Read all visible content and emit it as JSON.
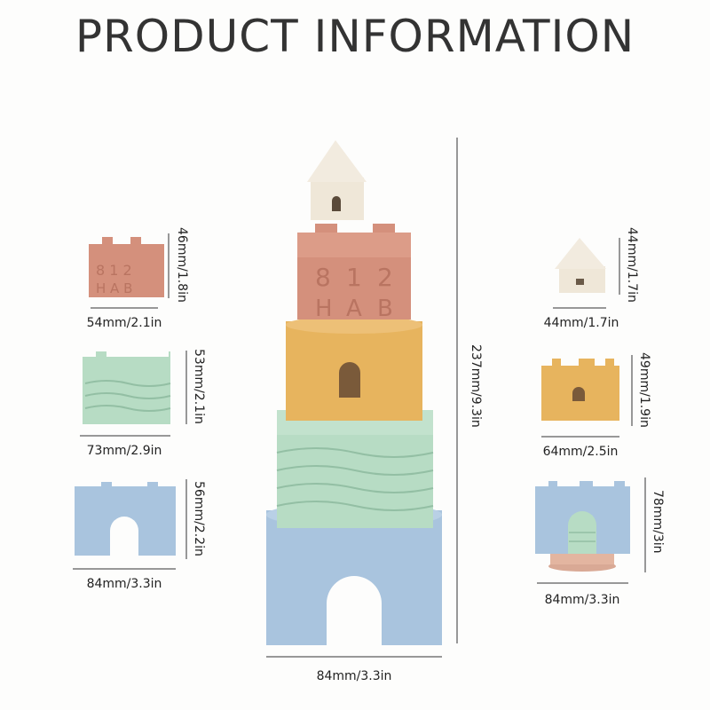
{
  "title": "PRODUCT INFORMATION",
  "colors": {
    "terracotta": "#d4907c",
    "green": "#b7dcc4",
    "blue": "#a9c4de",
    "yellow": "#e7b45e",
    "cream": "#efe7d8"
  },
  "center": {
    "height": "237mm/9.3in",
    "width": "84mm/3.3in",
    "engraving": [
      "8",
      "1",
      "2",
      "H",
      "A",
      "B"
    ]
  },
  "left": [
    {
      "height": "46mm/1.8in",
      "width": "54mm/2.1in"
    },
    {
      "height": "53mm/2.1in",
      "width": "73mm/2.9in"
    },
    {
      "height": "56mm/2.2in",
      "width": "84mm/3.3in"
    }
  ],
  "right": [
    {
      "height": "44mm/1.7in",
      "width": "44mm/1.7in"
    },
    {
      "height": "49mm/1.9in",
      "width": "64mm/2.5in"
    },
    {
      "height": "78mm/3in",
      "width": "84mm/3.3in"
    }
  ]
}
